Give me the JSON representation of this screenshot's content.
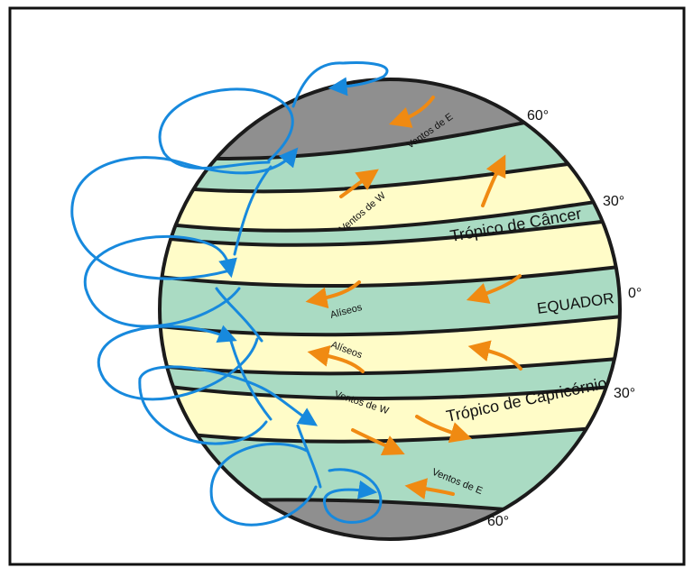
{
  "labels": {
    "lat_60_north": "60°",
    "lat_30_north": "30°",
    "lat_0": "0°",
    "lat_30_south": "30°",
    "lat_60_south": "60°",
    "tropic_cancer": "Trópico de Câncer",
    "equator": "EQUADOR",
    "tropic_capricorn": "Trópico de Capricórnio",
    "winds_east_north": "Ventos de E",
    "winds_west_north": "Ventos de W",
    "trades_north": "Alíseos",
    "trades_south": "Alíseos",
    "winds_west_south": "Ventos de W",
    "winds_east_south": "Ventos de E"
  },
  "colors": {
    "polar": "#8f8f8f",
    "teal_band": "#aadbc3",
    "yellow_band": "#fffcc8",
    "outline": "#1b1b1b",
    "surface_wind_arrow": "#f08a12",
    "circulation_cell": "#1789dd"
  }
}
